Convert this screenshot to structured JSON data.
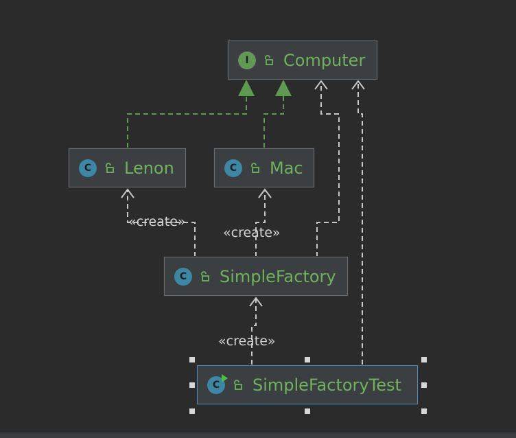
{
  "diagram": {
    "nodes": {
      "computer": {
        "kind": "I",
        "name": "Computer"
      },
      "lenon": {
        "kind": "C",
        "name": "Lenon"
      },
      "mac": {
        "kind": "C",
        "name": "Mac"
      },
      "simple_factory": {
        "kind": "C",
        "name": "SimpleFactory"
      },
      "simple_factory_test": {
        "kind": "C",
        "name": "SimpleFactoryTest"
      }
    },
    "labels": {
      "create_lenon": "«create»",
      "create_mac": "«create»",
      "create_factory": "«create»"
    },
    "colors": {
      "implements_edge": "#5f9a51",
      "dependency_edge": "#c8c8c8",
      "class_name": "#6fb25c",
      "selection": "#4a88c7"
    },
    "icons": {
      "interface": "interface-icon",
      "class": "class-icon",
      "visibility": "unlocked-icon",
      "runnable": "run-icon"
    }
  }
}
